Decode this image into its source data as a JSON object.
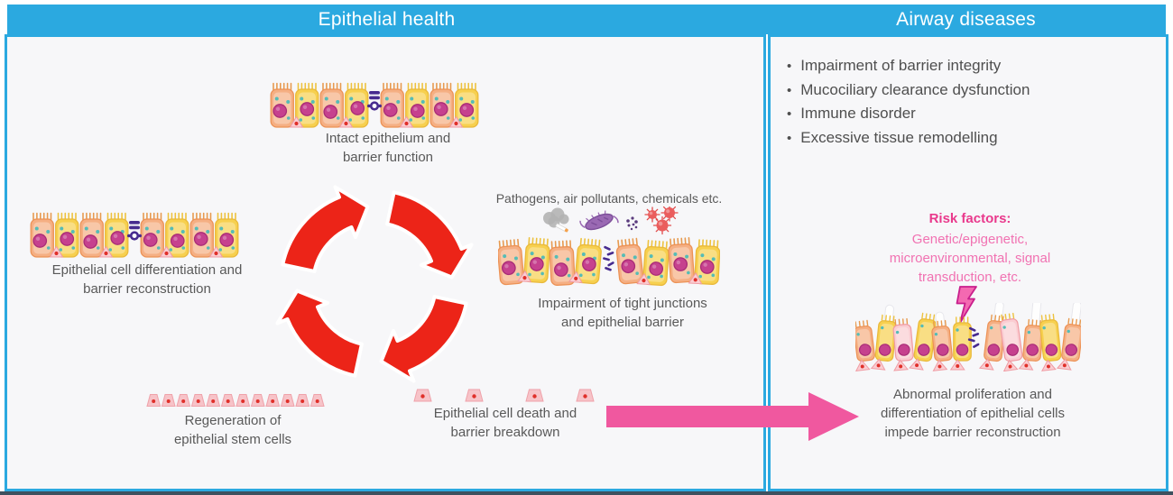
{
  "header": {
    "left_title": "Epithelial health",
    "right_title": "Airway diseases"
  },
  "cycle": {
    "top_caption": "Intact epithelium and\nbarrier function",
    "left_caption": "Epithelial cell differentiation and\nbarrier reconstruction",
    "trigger_caption": "Pathogens, air pollutants, chemicals etc.",
    "right_caption": "Impairment of tight junctions\nand epithelial barrier",
    "bottom_right_caption": "Epithelial cell death and\nbarrier breakdown",
    "bottom_left_caption": "Regeneration of\nepithelial stem cells",
    "pathogen_icons": [
      "smoke-cigarette-icon",
      "bacterium-icon",
      "particulates-icon",
      "virus-icon"
    ]
  },
  "airway": {
    "bullets": [
      "Impairment of barrier integrity",
      "Mucociliary clearance dysfunction",
      "Immune disorder",
      "Excessive tissue remodelling"
    ],
    "risk_title": "Risk factors:",
    "risk_text": "Genetic/epigenetic,\nmicroenvironmental, signal\ntransduction, etc.",
    "outcome_caption": "Abnormal proliferation and\ndifferentiation of epithelial cells\nimpede barrier reconstruction"
  },
  "colors": {
    "header_blue": "#2BA9E0",
    "panel_bg": "#F7F7F9",
    "bottom_edge": "#3E505E",
    "text_gray": "#595959",
    "bullet_gray": "#4F4F4F",
    "cycle_red": "#EC2418",
    "arrow_pink": "#F0589F",
    "risk_title_pink": "#E9398C",
    "risk_text_pink": "#F172B2",
    "lightning_pink": "#F469B1",
    "lightning_edge": "#C81E8C",
    "junction_purple": "#472B8F",
    "cell_orange": "#F5AF83",
    "cell_orange_dk": "#EC9256",
    "cilia_orange": "#E79A4F",
    "cell_yellow": "#F7D04F",
    "cell_yellow_dk": "#E9B93B",
    "cilia_yellow": "#EDC23F",
    "nucleus": "#C6418E",
    "nucleus_dk": "#A82C76",
    "teal_dot": "#55BCB6",
    "tri_fill": "#FACDD2",
    "tri_stroke": "#F09BA3",
    "red_dot": "#E0302A",
    "stem_fill": "#F7C3C8",
    "stem_stroke": "#EFA2AA",
    "smoke_gray": "#B3B3B3",
    "bacterium_purple": "#9A69B3",
    "bacterium_dk": "#7C4E99",
    "particulate_purple": "#5A3B7D",
    "virus_red": "#EA5D5D",
    "virus_dk": "#E14B4B"
  }
}
